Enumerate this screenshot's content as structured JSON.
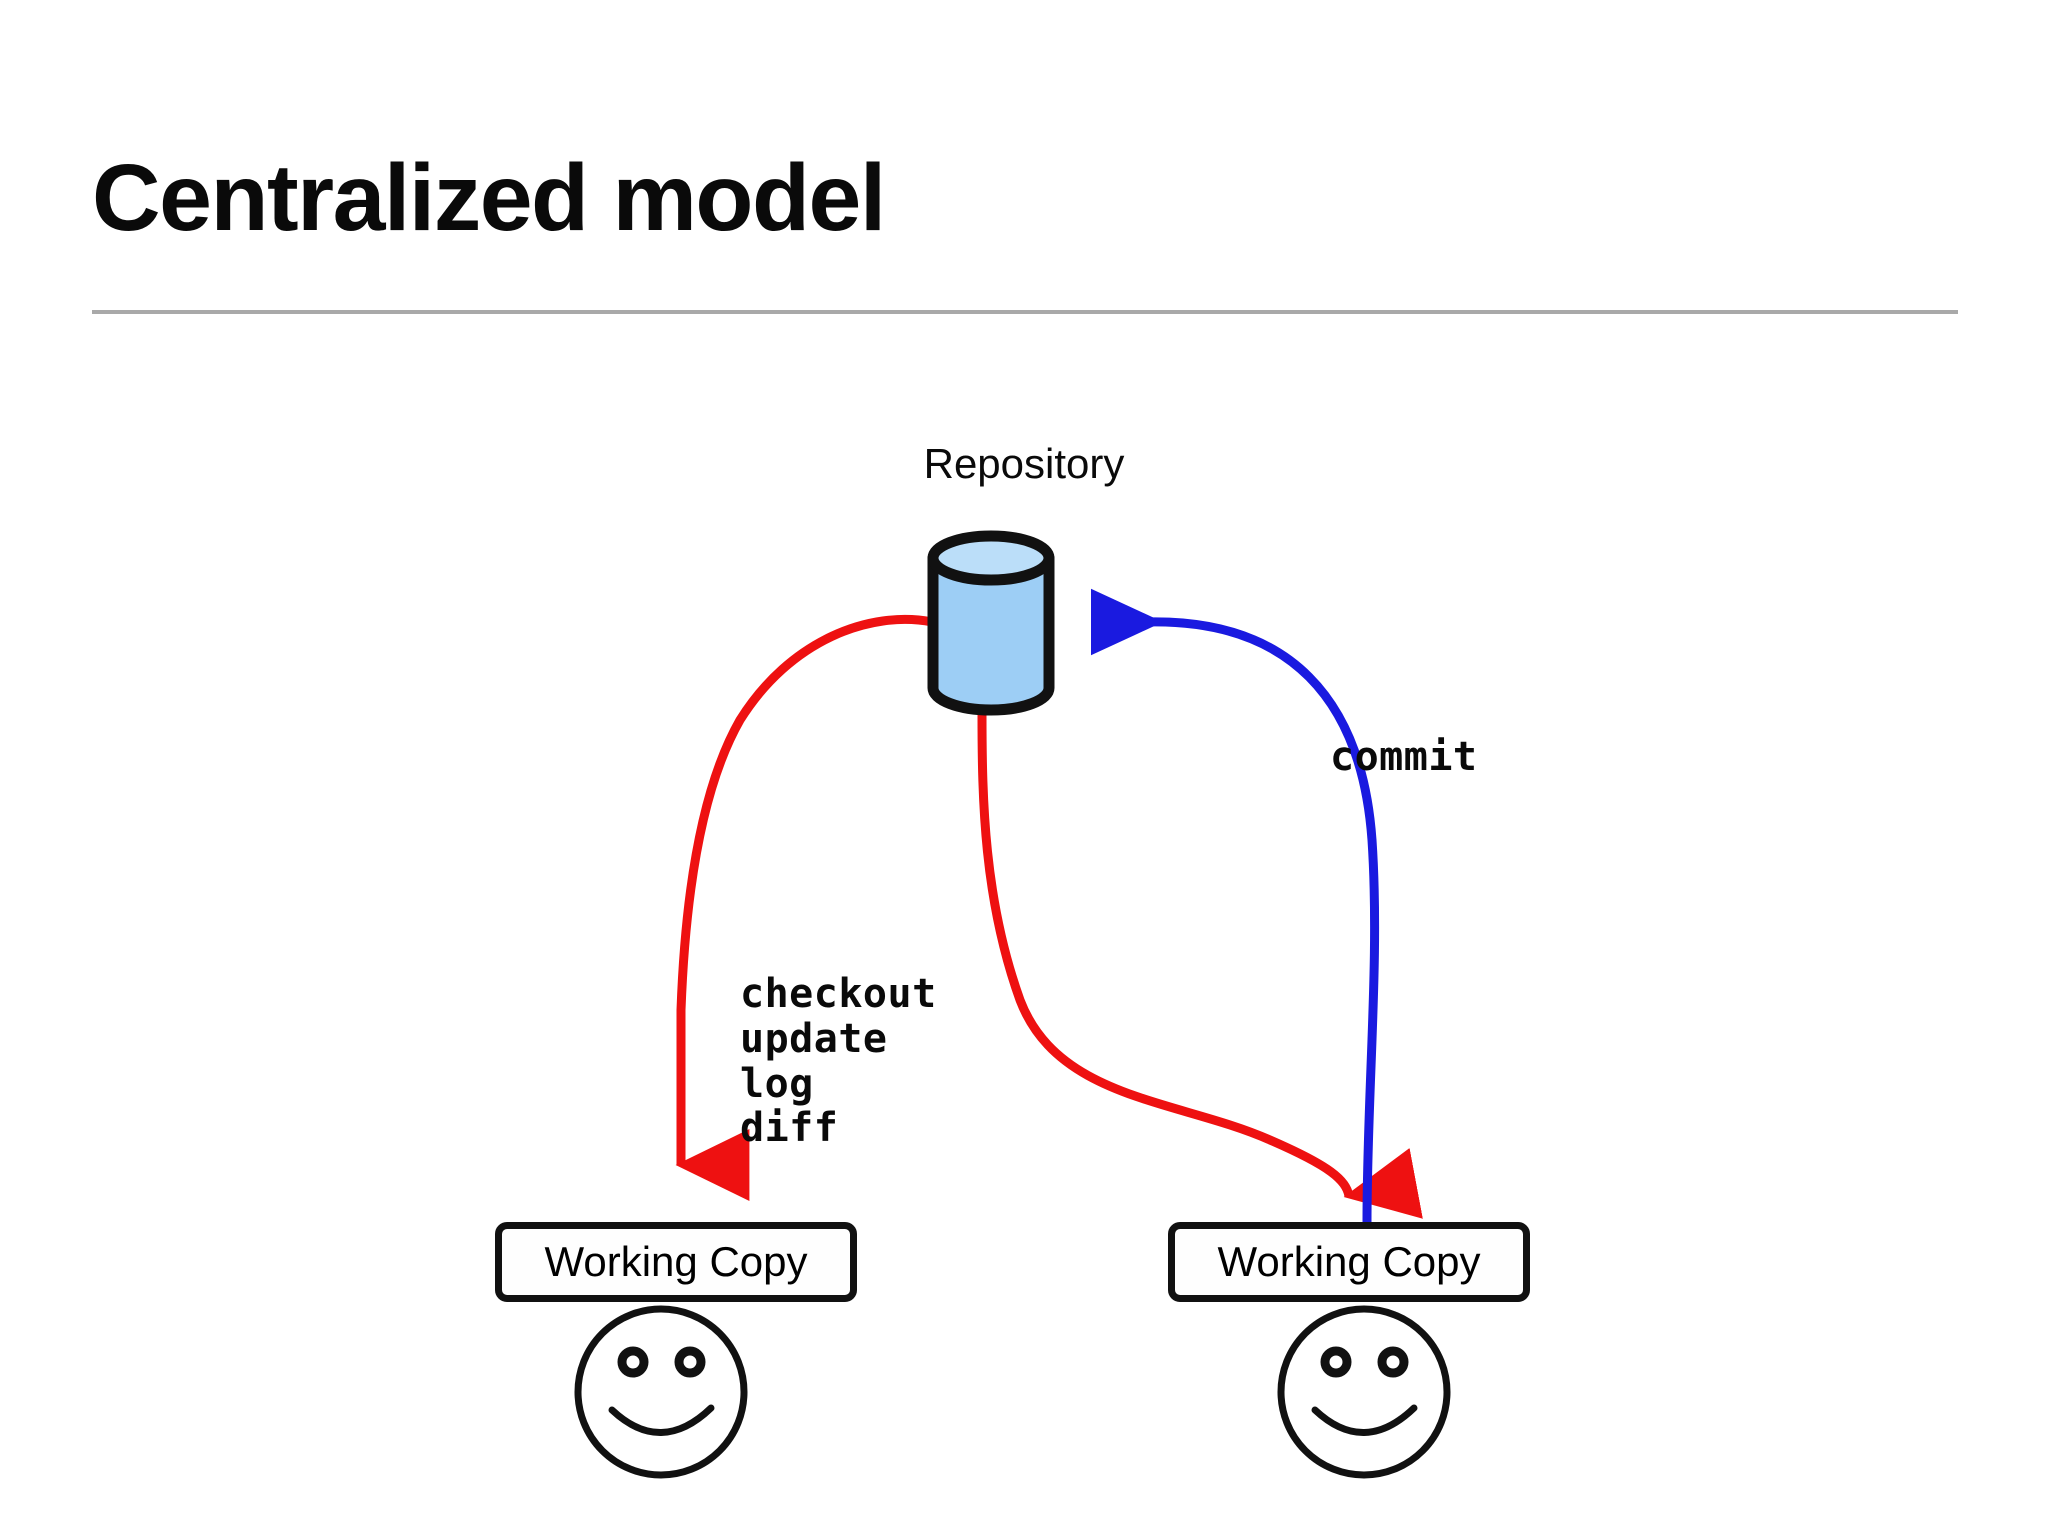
{
  "slide": {
    "title": "Centralized model",
    "background_color": "#ffffff",
    "rule_color": "#a9a9a9"
  },
  "diagram": {
    "repository": {
      "label": "Repository",
      "shape": "cylinder",
      "body_color": "#9dcef5",
      "top_color": "#bbdef9",
      "outline_color": "#111111"
    },
    "working_copies": [
      {
        "label": "Working Copy",
        "side": "left"
      },
      {
        "label": "Working Copy",
        "side": "right"
      }
    ],
    "faces": [
      {
        "expression": "smile",
        "side": "left"
      },
      {
        "expression": "smile",
        "side": "right"
      }
    ],
    "arrows": [
      {
        "name": "checkout-arrow-left",
        "color": "#ee1111",
        "from": "repository",
        "to": "working-copy-left",
        "direction": "down"
      },
      {
        "name": "checkout-arrow-right",
        "color": "#ee1111",
        "from": "repository",
        "to": "working-copy-right",
        "direction": "down"
      },
      {
        "name": "commit-arrow",
        "color": "#1a1ae0",
        "from": "working-copy-right",
        "to": "repository",
        "direction": "up"
      }
    ],
    "labels": {
      "read_commands": "checkout\nupdate\nlog\ndiff",
      "write_command": "commit"
    }
  }
}
